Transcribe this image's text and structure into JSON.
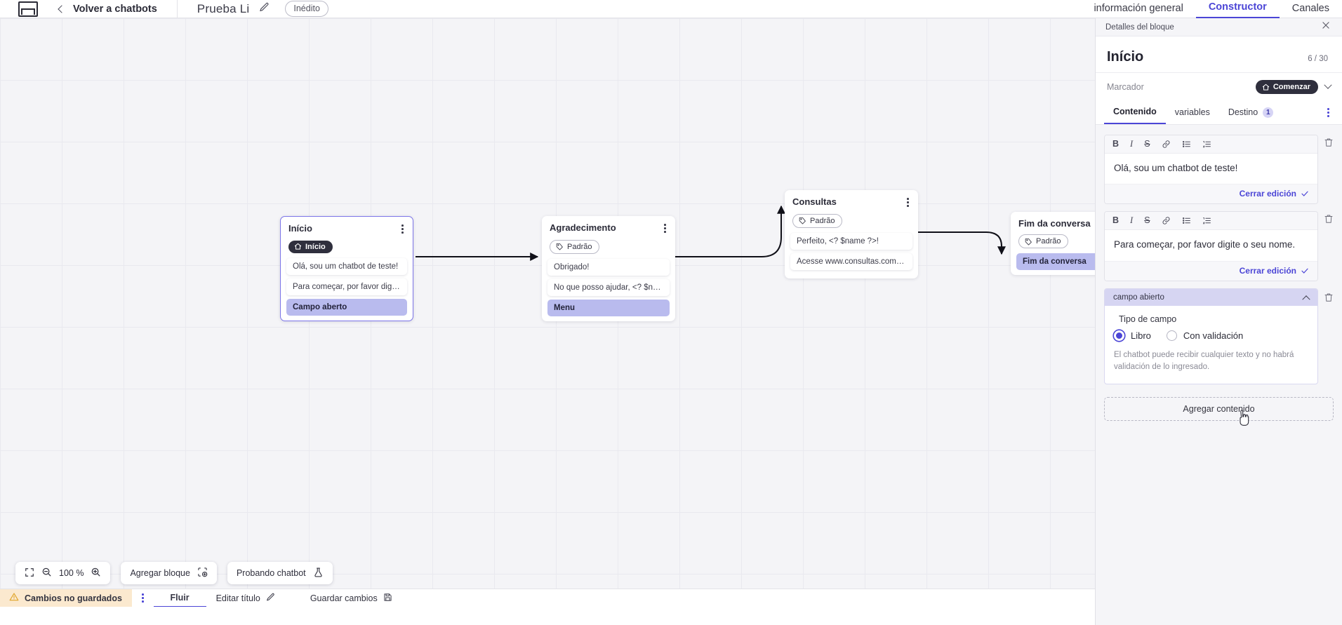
{
  "topbar": {
    "logo": "vtex-logo",
    "back_label": "Volver a chatbots",
    "bot_name": "Prueba Li",
    "edit_icon": "pencil-icon",
    "status_badge": "Inédito",
    "tabs": [
      {
        "label": "información general",
        "active": false
      },
      {
        "label": "Constructor",
        "active": true
      },
      {
        "label": "Canales",
        "active": false
      }
    ]
  },
  "canvas": {
    "zoom": "100 %",
    "nodes": [
      {
        "id": "inicio",
        "title": "Início",
        "tag": "Início",
        "tag_style": "dark",
        "tag_icon": "home-icon",
        "selected": true,
        "rows": [
          {
            "text": "Olá, sou um chatbot de teste!",
            "highlight": false
          },
          {
            "text": "Para começar, por favor digite o ...",
            "highlight": false
          },
          {
            "text": "Campo aberto",
            "highlight": true
          }
        ]
      },
      {
        "id": "agradecimento",
        "title": "Agradecimento",
        "tag": "Padrão",
        "tag_style": "light",
        "tag_icon": "tag-icon",
        "selected": false,
        "rows": [
          {
            "text": "Obrigado!",
            "highlight": false
          },
          {
            "text": "No que posso ajudar, <? $name ...",
            "highlight": false
          },
          {
            "text": "Menu",
            "highlight": true
          }
        ]
      },
      {
        "id": "consultas",
        "title": "Consultas",
        "tag": "Padrão",
        "tag_style": "light",
        "tag_icon": "tag-icon",
        "selected": false,
        "rows": [
          {
            "text": "Perfeito, <? $name ?>!",
            "highlight": false
          },
          {
            "text": "Acesse www.consultas.com par...",
            "highlight": false
          }
        ]
      },
      {
        "id": "fim",
        "title": "Fim da conversa",
        "tag": "Padrão",
        "tag_style": "light",
        "tag_icon": "tag-icon",
        "selected": false,
        "rows": [
          {
            "text": "Fim da conversa",
            "highlight": true
          }
        ]
      }
    ],
    "toolbar": {
      "fit_icon": "fit-screen-icon",
      "zoom_out_icon": "zoom-out-icon",
      "zoom_in_icon": "zoom-in-icon",
      "add_block_label": "Agregar bloque",
      "add_block_icon": "add-block-icon",
      "test_bot_label": "Probando chatbot",
      "test_bot_icon": "flask-icon"
    }
  },
  "statusbar": {
    "unsaved_label": "Cambios no guardados",
    "warning_icon": "warning-icon",
    "kebab_icon": "kebab-icon",
    "flow_tab": "Fluir",
    "edit_title_label": "Editar título",
    "edit_title_icon": "pencil-icon",
    "save_label": "Guardar cambios",
    "save_icon": "save-disk-icon"
  },
  "panel": {
    "header_title": "Detalles del bloque",
    "close_icon": "close-icon",
    "title": "Início",
    "count": "6 / 30",
    "marker_label": "Marcador",
    "marker_value": "Comenzar",
    "marker_icon": "home-icon",
    "tabs": [
      {
        "label": "Contenido",
        "active": true,
        "count": null
      },
      {
        "label": "variables",
        "active": false,
        "count": null
      },
      {
        "label": "Destino",
        "active": false,
        "count": "1"
      }
    ],
    "editor_toolbar": [
      "B",
      "I",
      "S",
      "link-icon",
      "bullet-list-icon",
      "numbered-list-icon"
    ],
    "close_edit_label": "Cerrar edición",
    "messages": [
      {
        "text": "Olá, sou um chatbot de teste!"
      },
      {
        "text": "Para começar, por favor digite o seu nome."
      }
    ],
    "field": {
      "header": "campo abierto",
      "type_label": "Tipo de campo",
      "options": [
        {
          "label": "Libro",
          "selected": true
        },
        {
          "label": "Con validación",
          "selected": false
        }
      ],
      "help": "El chatbot puede recibir cualquier texto y no habrá validación de lo ingresado."
    },
    "add_content_label": "Agregar contenido"
  },
  "colors": {
    "accent": "#4b45d6",
    "highlight_row": "#b9bbee",
    "dark_tag": "#2f2f3d",
    "unsaved_bg": "#fbe9cf",
    "canvas_bg": "#f4f4f7"
  }
}
